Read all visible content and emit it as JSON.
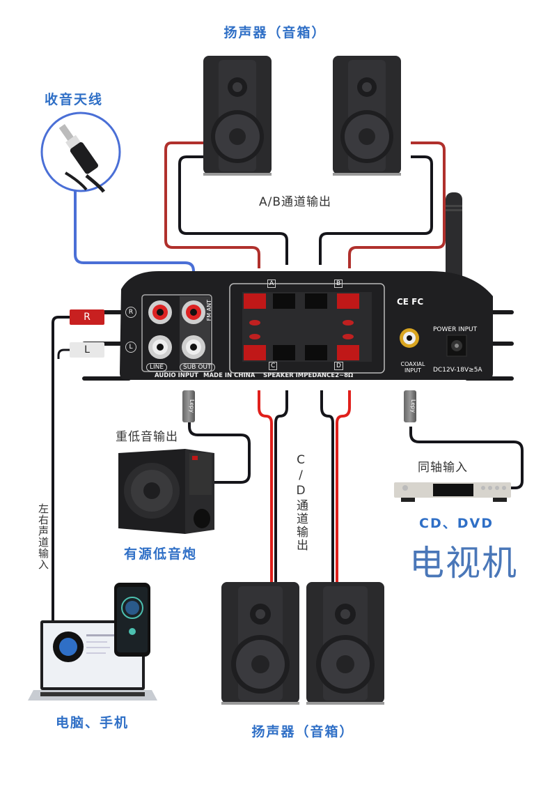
{
  "title": "Amplifier connection diagram",
  "labels": {
    "speakers_top": "扬声器（音箱）",
    "speakers_bottom": "扬声器（音箱）",
    "antenna": "收音天线",
    "ab_output": "A/B通道输出",
    "cd_output": "C/D通道输出",
    "sub_output": "重低音输出",
    "subwoofer": "有源低音炮",
    "coax_input": "同轴输入",
    "cd_dvd": "CD、DVD",
    "tv": "电视机",
    "lr_input": "左右声道输入",
    "pc_phone": "电脑、手机"
  },
  "amplifier": {
    "rca_r": "R",
    "rca_l": "L",
    "line": "LINE",
    "sub_out": "SUB OUT",
    "fm_ant": "FM ANT",
    "audio_input": "AUDIO INPUT",
    "made_in": "MADE IN CHINA",
    "channel_a": "A",
    "channel_b": "B",
    "channel_c": "C",
    "channel_d": "D",
    "speaker_impedance": "SPEAKER IMPEDANCE2~8Ω",
    "cert": "CE FC",
    "power_input": "POWER INPUT",
    "power_spec": "DC12V-18V≥5A",
    "coaxial": "COAXIAL",
    "coaxial_input": "INPUT",
    "plug_r": "R",
    "plug_l": "L",
    "brand": "Lepy"
  },
  "colors": {
    "accent_blue": "#2f6fc6",
    "wire_red": "#b0302c",
    "wire_black": "#15151a",
    "antenna_blue": "#4a6fd6"
  }
}
